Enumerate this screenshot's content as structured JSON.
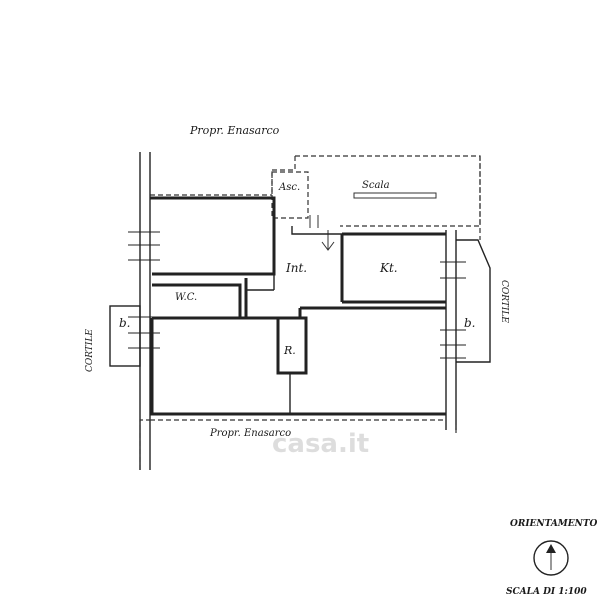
{
  "labels": {
    "top_neighbor": "Propr. Enasarco",
    "bottom_neighbor": "Propr. Enasarco",
    "left_courtyard": "CORTILE",
    "right_courtyard": "CORTILE",
    "lift": "Asc.",
    "stairs": "Scala",
    "hall": "Int.",
    "kitchen": "Kt.",
    "bathroom": "W.C.",
    "closet": "R.",
    "balcony_left": "b.",
    "balcony_right": "b."
  },
  "legend": {
    "orientation": "ORIENTAMENTO",
    "scale": "SCALA DI 1:100"
  },
  "watermark": "casa.it",
  "colors": {
    "ink": "#222222",
    "paper": "#ffffff",
    "watermark": "#d8d8d8"
  }
}
